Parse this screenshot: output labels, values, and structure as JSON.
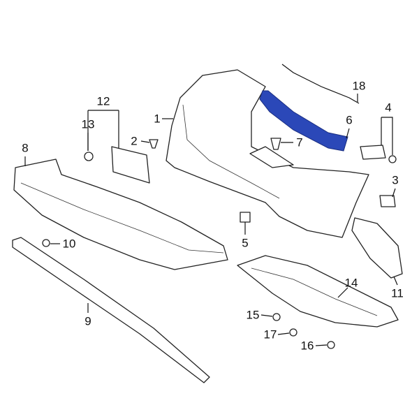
{
  "diagram": {
    "highlight_color": "#2b48b8",
    "highlighted_part": "6",
    "callouts": [
      {
        "id": "1",
        "text": "1"
      },
      {
        "id": "2",
        "text": "2"
      },
      {
        "id": "3",
        "text": "3"
      },
      {
        "id": "4",
        "text": "4"
      },
      {
        "id": "5",
        "text": "5"
      },
      {
        "id": "6",
        "text": "6"
      },
      {
        "id": "7",
        "text": "7"
      },
      {
        "id": "8",
        "text": "8"
      },
      {
        "id": "9",
        "text": "9"
      },
      {
        "id": "10",
        "text": "10"
      },
      {
        "id": "11",
        "text": "11"
      },
      {
        "id": "12",
        "text": "12"
      },
      {
        "id": "13",
        "text": "13"
      },
      {
        "id": "14",
        "text": "14"
      },
      {
        "id": "15",
        "text": "15"
      },
      {
        "id": "16",
        "text": "16"
      },
      {
        "id": "17",
        "text": "17"
      },
      {
        "id": "18",
        "text": "18"
      }
    ]
  }
}
